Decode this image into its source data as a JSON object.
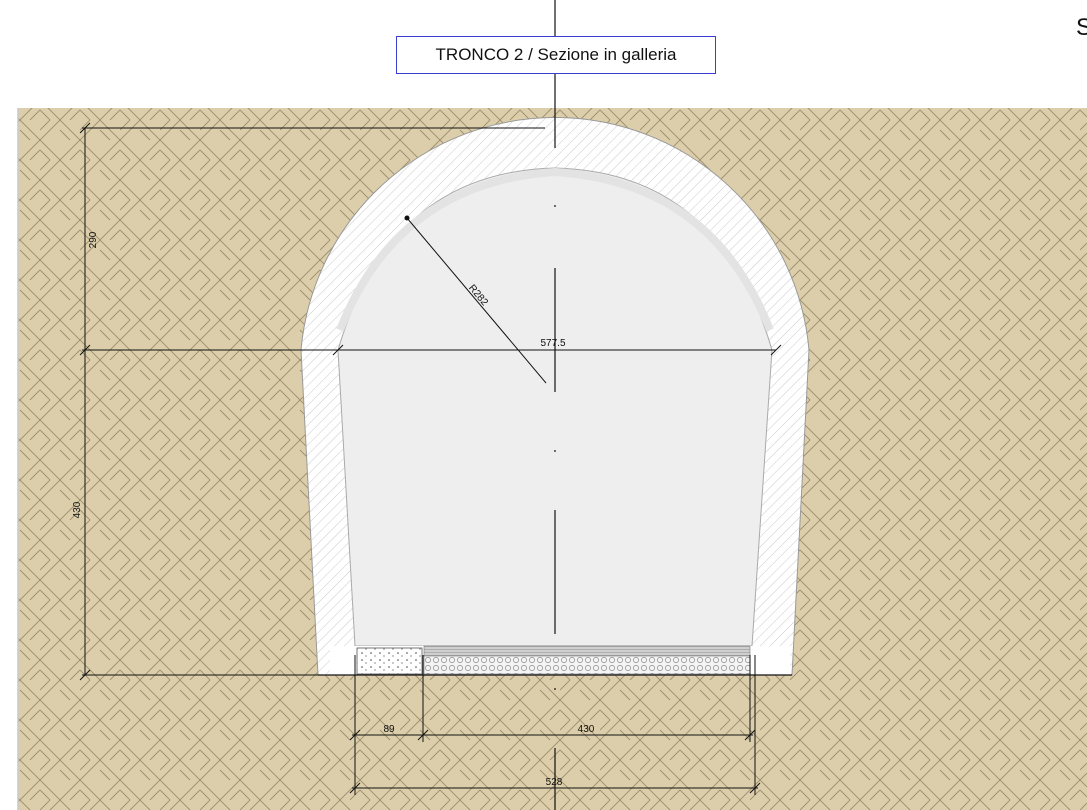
{
  "title": "TRONCO 2 / Sezione in galleria",
  "corner_letter": "S",
  "colors": {
    "soil": "#dcceaa",
    "soil_hatch": "#9c8f6e",
    "lining": "#ffffff",
    "lining_hatch": "#b8b8b8",
    "interior": "#eeeeee",
    "line": "#111111"
  },
  "dimensions": {
    "arch_height": "290",
    "wall_height": "430",
    "radius": "R282",
    "width": "577.5",
    "sidewalk": "89",
    "carriageway": "430",
    "total": "528"
  }
}
